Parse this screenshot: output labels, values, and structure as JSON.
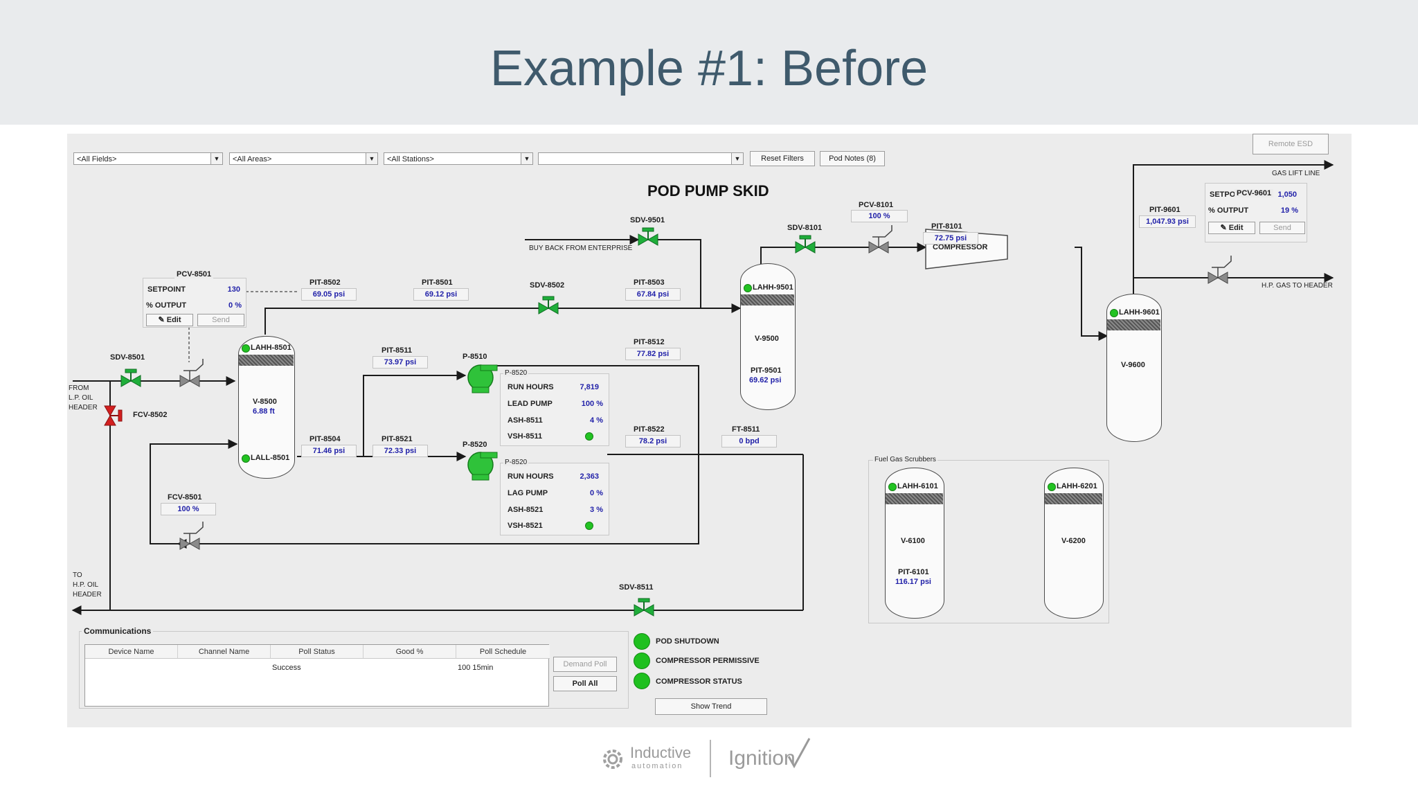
{
  "slide": {
    "title": "Example #1: Before"
  },
  "filters": {
    "fields": "<All Fields>",
    "areas": "<All Areas>",
    "stations": "<All Stations>",
    "extra": "",
    "reset_label": "Reset Filters",
    "pod_notes_label": "Pod Notes (8)",
    "remote_esd_label": "Remote ESD"
  },
  "screen_title": "POD PUMP SKID",
  "line_labels": {
    "gas_lift": "GAS LIFT LINE",
    "hp_gas": "H.P. GAS TO HEADER",
    "buy_back": "BUY BACK FROM ENTERPRISE",
    "from_lp_1": "FROM",
    "from_lp_2": "L.P. OIL",
    "from_lp_3": "HEADER",
    "to_hp_1": "TO",
    "to_hp_2": "H.P. OIL",
    "to_hp_3": "HEADER",
    "compressor": "COMPRESSOR",
    "fuel_gas": "Fuel Gas Scrubbers"
  },
  "pcv8501": {
    "tag": "PCV-8501",
    "setpoint_label": "SETPOINT",
    "setpoint": "130",
    "output_label": "% OUTPUT",
    "output": "0 %",
    "edit": "Edit",
    "send": "Send"
  },
  "pcv9601": {
    "tag": "PCV-9601",
    "setpoint_label": "SETPOINT",
    "setpoint": "1,050",
    "output_label": "% OUTPUT",
    "output": "19 %",
    "edit": "Edit",
    "send": "Send"
  },
  "pcv8101": {
    "tag": "PCV-8101",
    "value": "100 %"
  },
  "fcv8501": {
    "tag": "FCV-8501",
    "value": "100 %"
  },
  "valves": {
    "sdv8501": "SDV-8501",
    "sdv9501": "SDV-9501",
    "sdv8502": "SDV-8502",
    "sdv8101": "SDV-8101",
    "sdv8511": "SDV-8511",
    "fcv8502": "FCV-8502"
  },
  "transmitters": {
    "pit8502": {
      "tag": "PIT-8502",
      "value": "69.05 psi"
    },
    "pit8501": {
      "tag": "PIT-8501",
      "value": "69.12 psi"
    },
    "pit8503": {
      "tag": "PIT-8503",
      "value": "67.84 psi"
    },
    "pit8101": {
      "tag": "PIT-8101",
      "value": "72.75 psi"
    },
    "pit9601": {
      "tag": "PIT-9601",
      "value": "1,047.93 psi"
    },
    "pit8511": {
      "tag": "PIT-8511",
      "value": "73.97 psi"
    },
    "pit8512": {
      "tag": "PIT-8512",
      "value": "77.82 psi"
    },
    "pit8504": {
      "tag": "PIT-8504",
      "value": "71.46 psi"
    },
    "pit8521": {
      "tag": "PIT-8521",
      "value": "72.33 psi"
    },
    "pit8522": {
      "tag": "PIT-8522",
      "value": "78.2 psi"
    },
    "ft8511": {
      "tag": "FT-8511",
      "value": "0 bpd"
    }
  },
  "pumps": {
    "p8510": {
      "tag": "P-8510",
      "panel": "P-8520",
      "run_hours_label": "RUN HOURS",
      "run_hours": "7,819",
      "pump_label": "LEAD PUMP",
      "pump_value": "100 %",
      "ash_label": "ASH-8511",
      "ash_value": "4 %",
      "vsh_label": "VSH-8511"
    },
    "p8520": {
      "tag": "P-8520",
      "panel": "P-8520",
      "run_hours_label": "RUN HOURS",
      "run_hours": "2,363",
      "pump_label": "LAG PUMP",
      "pump_value": "0 %",
      "ash_label": "ASH-8521",
      "ash_value": "3 %",
      "vsh_label": "VSH-8521"
    }
  },
  "vessels": {
    "v8500": {
      "tag": "V-8500",
      "level": "6.88 ft",
      "lahh": "LAHH-8501",
      "lall": "LALL-8501"
    },
    "v9500": {
      "tag": "V-9500",
      "lahh": "LAHH-9501",
      "pit": "PIT-9501",
      "pit_value": "69.62 psi"
    },
    "v9600": {
      "tag": "V-9600",
      "lahh": "LAHH-9601"
    },
    "v6100": {
      "tag": "V-6100",
      "lahh": "LAHH-6101",
      "pit": "PIT-6101",
      "pit_value": "116.17 psi"
    },
    "v6200": {
      "tag": "V-6200",
      "lahh": "LAHH-6201"
    }
  },
  "communications": {
    "title": "Communications",
    "columns": [
      "Device Name",
      "Channel Name",
      "Poll Status",
      "Good %",
      "Poll Schedule"
    ],
    "row": {
      "status": "Success",
      "good_schedule": "100 15min"
    },
    "demand_poll": "Demand Poll",
    "poll_all": "Poll All"
  },
  "status": {
    "pod_shutdown": "POD SHUTDOWN",
    "comp_permissive": "COMPRESSOR PERMISSIVE",
    "comp_status": "COMPRESSOR STATUS",
    "show_trend": "Show Trend"
  },
  "colors": {
    "valve_green": "#1fae3a",
    "valve_red": "#d21f1f",
    "indicator_green": "#22c322",
    "value_blue": "#1f1fa8"
  },
  "footer": {
    "brand1": "Inductive",
    "brand1_sub": "automation",
    "brand2": "Ignition"
  }
}
